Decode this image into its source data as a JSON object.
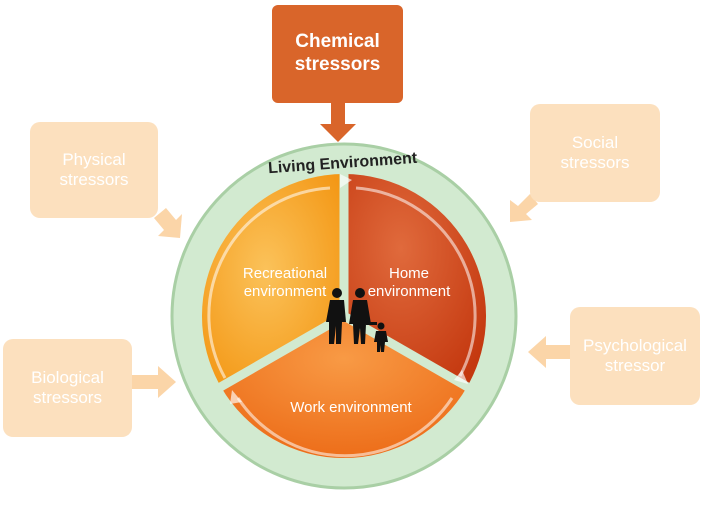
{
  "diagram": {
    "chemical": {
      "line1": "Chemical",
      "line2": "stressors"
    },
    "physical": {
      "line1": "Physical",
      "line2": "stressors"
    },
    "social": {
      "line1": "Social",
      "line2": "stressors"
    },
    "biological": {
      "line1": "Biological",
      "line2": "stressors"
    },
    "psychological": {
      "line1": "Psychological",
      "line2": "stressor"
    },
    "ring_label": "Living Environment",
    "recreational": {
      "line1": "Recreational",
      "line2": "environment"
    },
    "home": {
      "line1": "Home",
      "line2": "environment"
    },
    "work": "Work environment"
  },
  "colors": {
    "ring_fill": "#d2ead0",
    "ring_stroke": "#a9cfa5",
    "recreational": "#f7a21b",
    "home": "#d24418",
    "work": "#f0771e",
    "faint_box": "#fce0be",
    "strong_box": "#d9652a"
  }
}
